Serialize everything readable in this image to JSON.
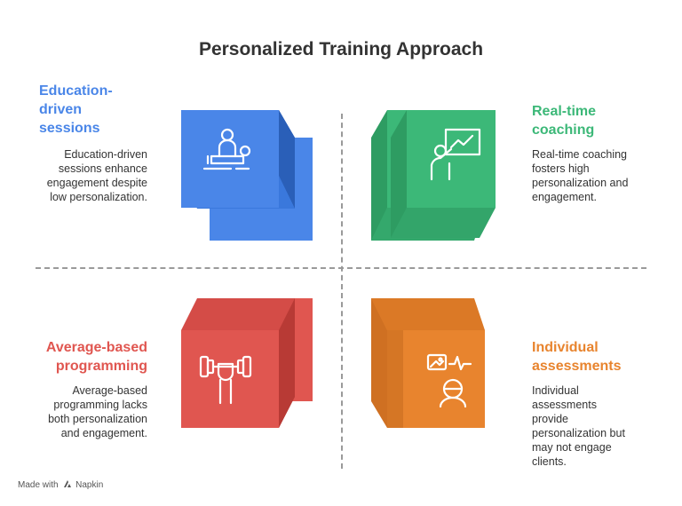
{
  "title": "Personalized Training Approach",
  "quadrants": [
    {
      "heading_lines": [
        "Education-",
        "driven",
        "sessions"
      ],
      "description_lines": [
        "Education-driven",
        "sessions enhance",
        "engagement despite",
        "low personalization."
      ],
      "color": "#4A86E8",
      "icon": "lecture-icon"
    },
    {
      "heading_lines": [
        "Real-time",
        "coaching"
      ],
      "description_lines": [
        "Real-time coaching",
        "fosters high",
        "personalization and",
        "engagement."
      ],
      "color": "#3CB878",
      "icon": "presenter-board-icon"
    },
    {
      "heading_lines": [
        "Average-based",
        "programming"
      ],
      "description_lines": [
        "Average-based",
        "programming lacks",
        "both personalization",
        "and engagement."
      ],
      "color": "#E05650",
      "icon": "dumbbell-icon"
    },
    {
      "heading_lines": [
        "Individual",
        "assessments"
      ],
      "description_lines": [
        "Individual",
        "assessments",
        "provide",
        "personalization but",
        "may not engage",
        "clients."
      ],
      "color": "#E8842E",
      "icon": "assessment-profile-icon"
    }
  ],
  "footer": {
    "made_with": "Made with",
    "brand": "Napkin"
  }
}
